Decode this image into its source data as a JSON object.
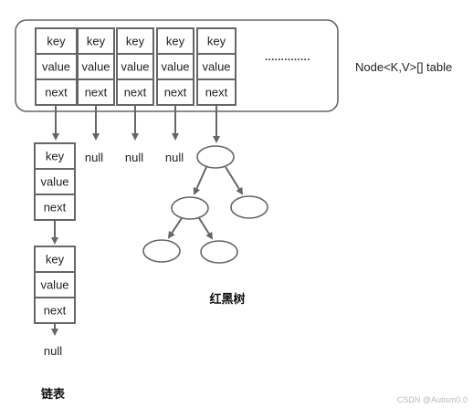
{
  "table": {
    "field_labels": [
      "key",
      "value",
      "next"
    ],
    "ellipsis": "..............",
    "label": "Node<K,V>[] table"
  },
  "bucket_nulls": [
    "null",
    "null",
    "null"
  ],
  "linked_list": {
    "nodes": [
      {
        "fields": [
          "key",
          "value",
          "next"
        ]
      },
      {
        "fields": [
          "key",
          "value",
          "next"
        ]
      }
    ],
    "terminal": "null",
    "caption": "链表"
  },
  "red_black_tree": {
    "caption": "红黑树"
  },
  "watermark": "CSDN @Autism0.0",
  "colors": {
    "stroke": "#666666",
    "text": "#222222"
  }
}
